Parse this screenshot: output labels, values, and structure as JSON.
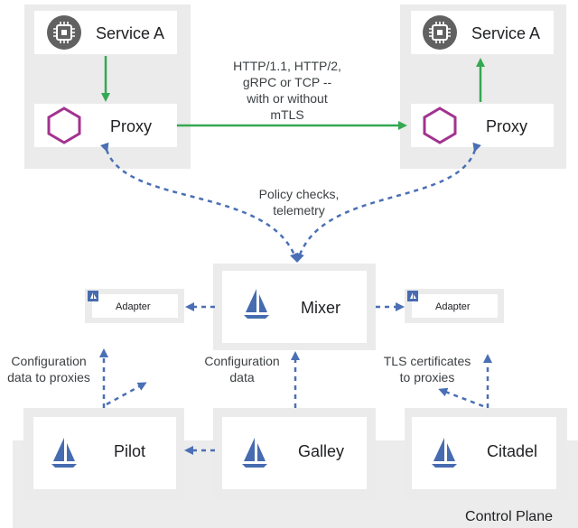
{
  "nodes": {
    "service_a_left": "Service A",
    "service_a_right": "Service A",
    "proxy_left": "Proxy",
    "proxy_right": "Proxy",
    "mixer": "Mixer",
    "adapter_left": "Adapter",
    "adapter_right": "Adapter",
    "pilot": "Pilot",
    "galley": "Galley",
    "citadel": "Citadel",
    "control_plane": "Control Plane"
  },
  "edges": {
    "proxy_link": [
      "HTTP/1.1, HTTP/2,",
      "gRPC or TCP --",
      "with or without",
      "mTLS"
    ],
    "policy": [
      "Policy checks,",
      "telemetry"
    ],
    "pilot_config": [
      "Configuration",
      "data to proxies"
    ],
    "galley_config": [
      "Configuration",
      "data"
    ],
    "citadel_tls": [
      "TLS certificates",
      "to proxies"
    ]
  },
  "colors": {
    "green_arrow": "#34a853",
    "blue_dashed": "#4a6fb5",
    "istio_sail": "#466bb0",
    "proxy_hexagon": "#a2338f",
    "chip_circle": "#616161",
    "panel_back": "#ebebeb",
    "panel_front": "#ffffff",
    "control_plane_bg": "#ececec"
  },
  "icons": {
    "service": "cpu-chip-icon",
    "proxy": "hexagon-icon",
    "istio": "istio-sail-icon"
  }
}
